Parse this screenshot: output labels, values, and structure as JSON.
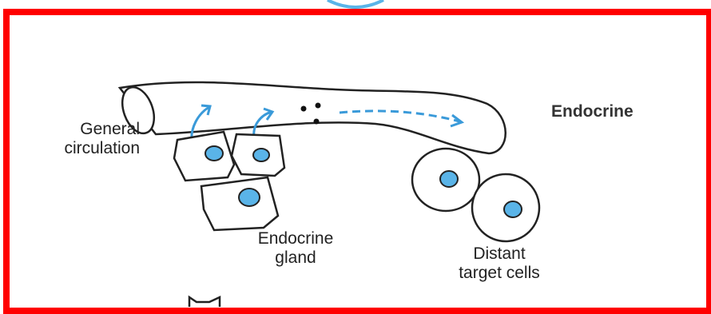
{
  "title": "Endocrine",
  "labels": {
    "general_circulation": [
      "General",
      "circulation"
    ],
    "endocrine_gland": [
      "Endocrine",
      "gland"
    ],
    "distant_target_cells": [
      "Distant",
      "target cells"
    ]
  },
  "colors": {
    "frame": "#ff0000",
    "nucleus": "#5ab4e8",
    "arrow": "#3a9ad9",
    "outline": "#222222"
  }
}
